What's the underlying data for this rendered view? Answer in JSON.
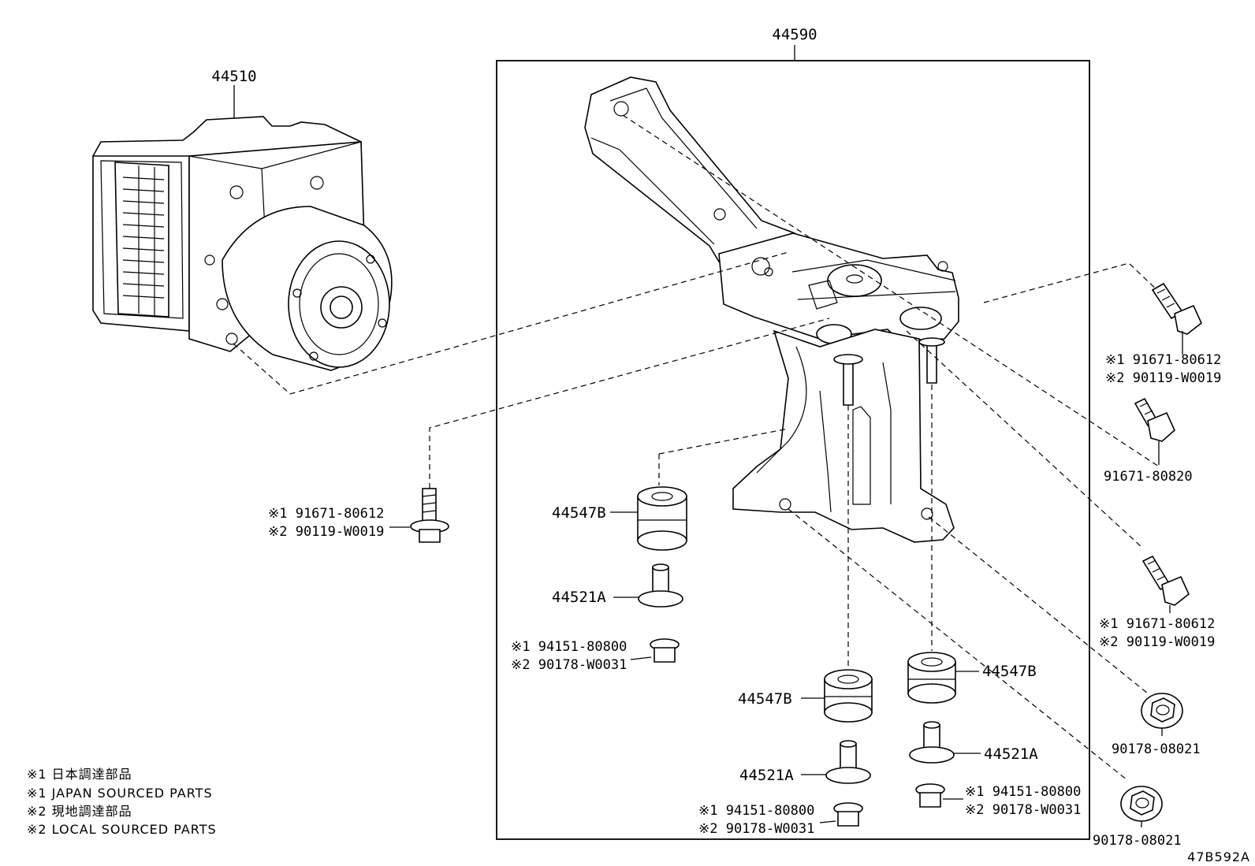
{
  "callouts": {
    "assembly": "44590",
    "actuator": "44510",
    "cushion_left": "44547B",
    "collar_left": "44521A",
    "cushion_center": "44547B",
    "collar_center": "44521A",
    "cushion_right": "44547B",
    "collar_right": "44521A",
    "bolt_plain": "91671-80820",
    "nut_flange_upper": "90178-08021",
    "nut_flange_lower": "90178-08021",
    "figure_code": "47B592A"
  },
  "option_groups": {
    "bolt_left": [
      "※1 91671-80612",
      "※2 90119-W0019"
    ],
    "bolt_right_top": [
      "※1 91671-80612",
      "※2 90119-W0019"
    ],
    "bolt_right_mid": [
      "※1 91671-80612",
      "※2 90119-W0019"
    ],
    "nut_left": [
      "※1 94151-80800",
      "※2 90178-W0031"
    ],
    "nut_center": [
      "※1 94151-80800",
      "※2 90178-W0031"
    ],
    "nut_right": [
      "※1 94151-80800",
      "※2 90178-W0031"
    ]
  },
  "legend": [
    "※1 日本調達部品",
    "※1 JAPAN SOURCED PARTS",
    "※2 現地調達部品",
    "※2 LOCAL SOURCED PARTS"
  ]
}
